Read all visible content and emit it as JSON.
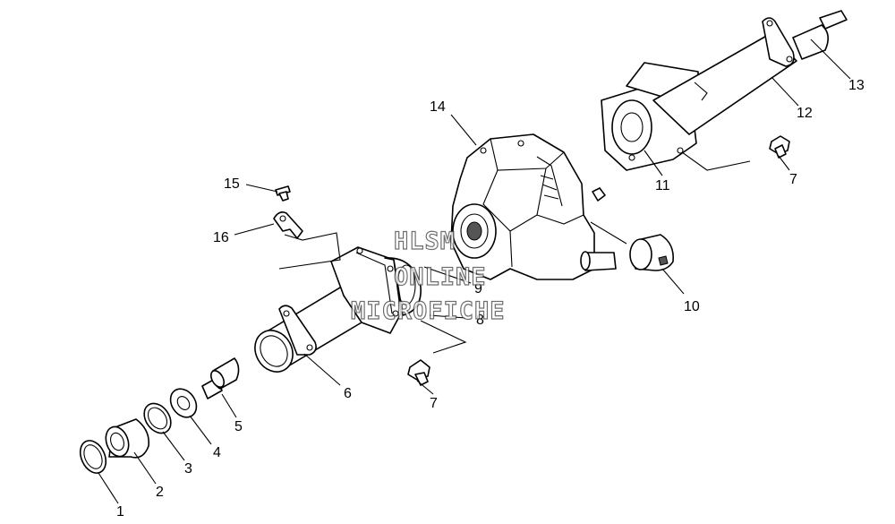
{
  "watermark": {
    "line1": "HLSM",
    "line2": "ONLINE",
    "line3": "MICROFICHE"
  },
  "callouts": [
    {
      "key": "1",
      "text": "1"
    },
    {
      "key": "2",
      "text": "2"
    },
    {
      "key": "3",
      "text": "3"
    },
    {
      "key": "4",
      "text": "4"
    },
    {
      "key": "5",
      "text": "5"
    },
    {
      "key": "6",
      "text": "6"
    },
    {
      "key": "7a",
      "text": "7"
    },
    {
      "key": "7b",
      "text": "7"
    },
    {
      "key": "8",
      "text": "8"
    },
    {
      "key": "9",
      "text": "9"
    },
    {
      "key": "10",
      "text": "10"
    },
    {
      "key": "11",
      "text": "11"
    },
    {
      "key": "12",
      "text": "12"
    },
    {
      "key": "13",
      "text": "13"
    },
    {
      "key": "14",
      "text": "14"
    },
    {
      "key": "15",
      "text": "15"
    },
    {
      "key": "16",
      "text": "16"
    }
  ]
}
